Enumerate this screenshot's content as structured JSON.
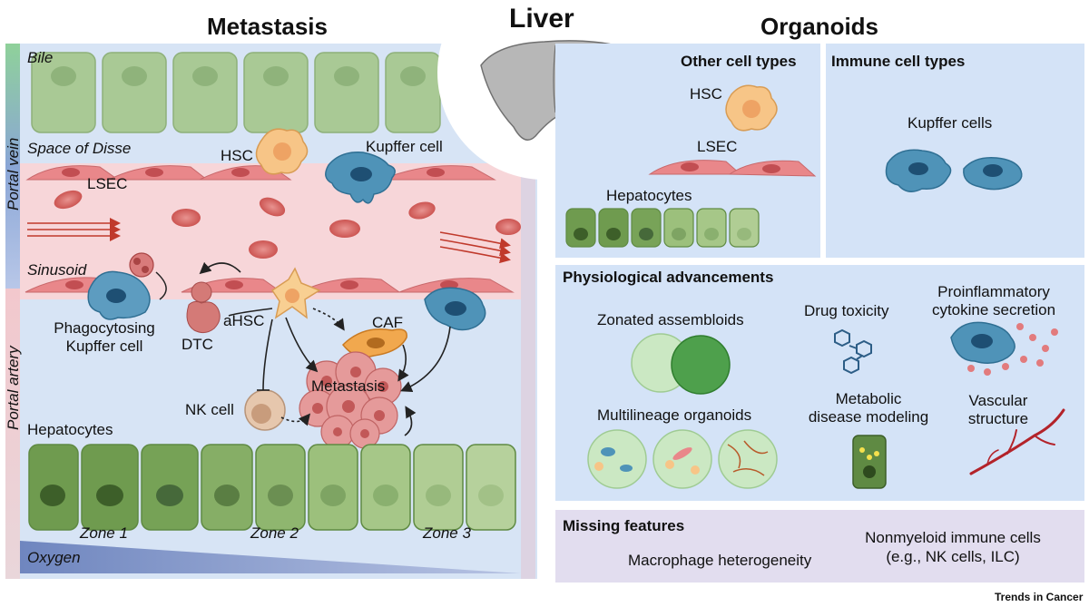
{
  "headers": {
    "metastasis": "Metastasis",
    "liver": "Liver",
    "organoids": "Organoids"
  },
  "metastasis_panel": {
    "bile": "Bile",
    "space_of_disse": "Space of Disse",
    "hsc": "HSC",
    "kupffer_cell": "Kupffer cell",
    "lsec": "LSEC",
    "sinusoid": "Sinusoid",
    "portal_vein": "Portal vein",
    "portal_artery": "Portal artery",
    "phagocytosing_line1": "Phagocytosing",
    "phagocytosing_line2": "Kupffer cell",
    "dtc": "DTC",
    "ahsc": "aHSC",
    "caf": "CAF",
    "metastasis": "Metastasis",
    "nk_cell": "NK cell",
    "hepatocytes": "Hepatocytes",
    "zone1": "Zone 1",
    "zone2": "Zone 2",
    "zone3": "Zone 3",
    "oxygen": "Oxygen"
  },
  "other_cell_types": {
    "title": "Other cell types",
    "hsc": "HSC",
    "lsec": "LSEC",
    "hepatocytes": "Hepatocytes"
  },
  "immune_cell_types": {
    "title": "Immune cell types",
    "kupffer": "Kupffer  cells"
  },
  "physiological": {
    "title": "Physiological advancements",
    "zonated": "Zonated assembloids",
    "drug_toxicity": "Drug toxicity",
    "proinflammatory_line1": "Proinflammatory",
    "proinflammatory_line2": "cytokine secretion",
    "multilineage": "Multilineage organoids",
    "metabolic_line1": "Metabolic",
    "metabolic_line2": "disease modeling",
    "vascular_line1": "Vascular",
    "vascular_line2": "structure"
  },
  "missing": {
    "title": "Missing features",
    "macrophage": "Macrophage heterogeneity",
    "nonmyeloid_line1": "Nonmyeloid immune cells",
    "nonmyeloid_line2": "(e.g., NK cells, ILC)"
  },
  "footer": {
    "journal": "Trends in Cancer"
  },
  "colors": {
    "panel_blue": "#d4e3f7",
    "sinusoid_pink": "#f6d5d8",
    "missing_lavender": "#e1ddef",
    "hepatocyte_green": "#9cc07c",
    "kupffer_blue": "#4f93b8",
    "hsc_orange": "#f6c07e",
    "rbc_red": "#d9605f",
    "oxygen_blue": "#7d93c6"
  }
}
